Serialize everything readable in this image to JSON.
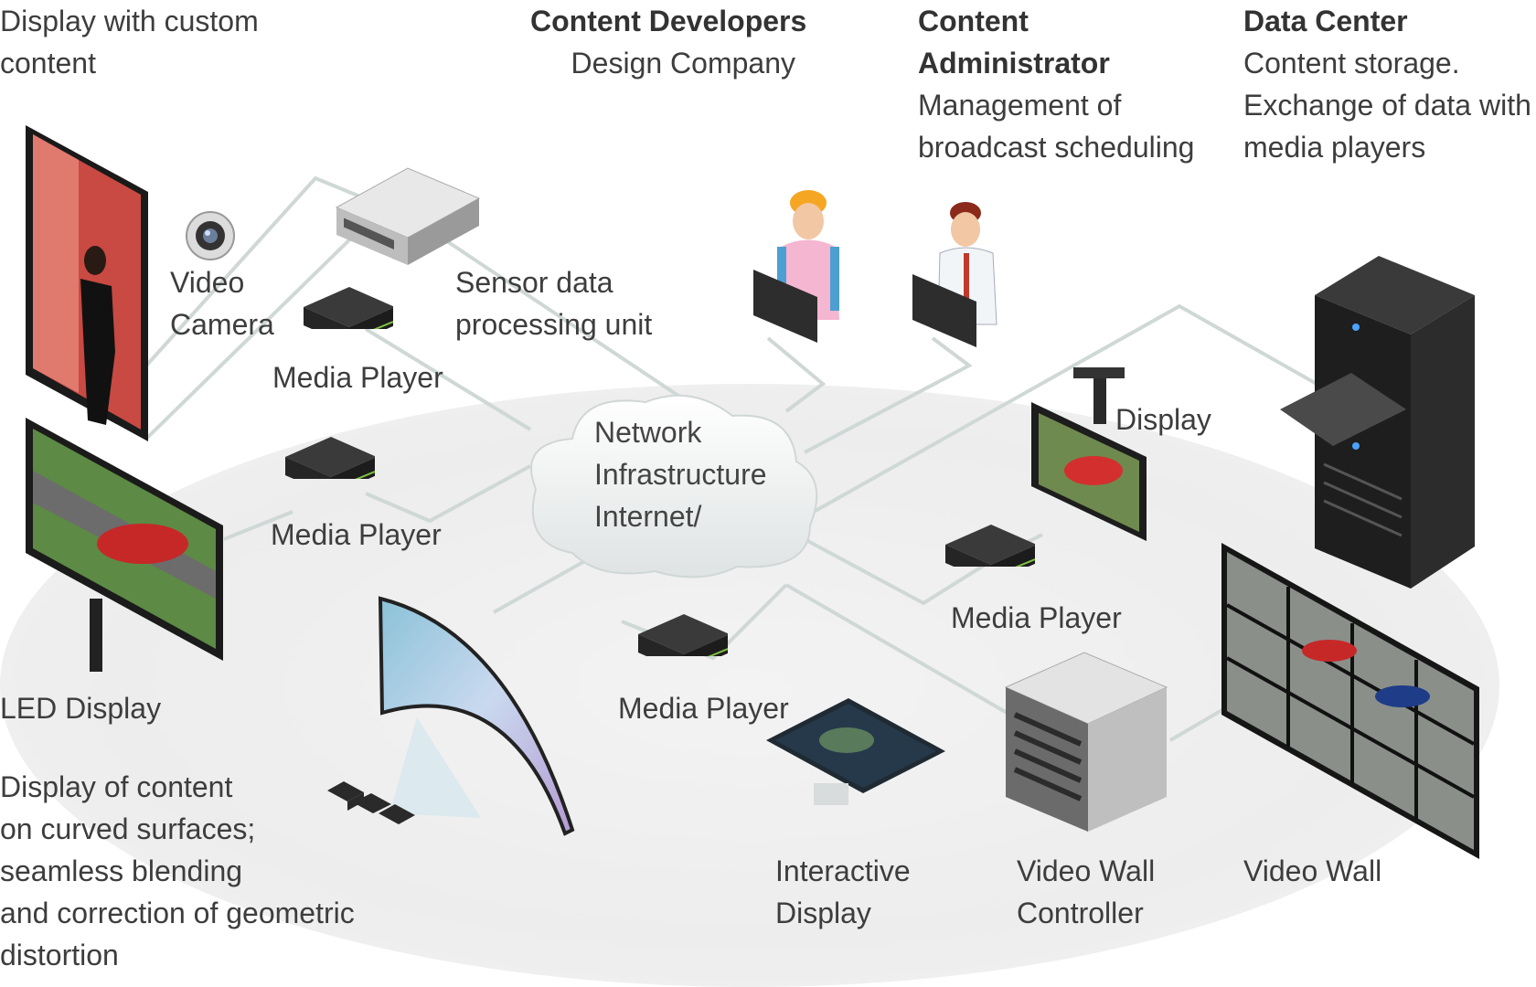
{
  "labels": {
    "display_custom": [
      "Display with custom",
      "content"
    ],
    "content_dev_title": "Content Developers",
    "content_dev_sub": "Design Company",
    "content_admin_title": [
      "Content",
      "Administrator"
    ],
    "content_admin_sub": [
      "Management of",
      "broadcast scheduling"
    ],
    "data_center_title": "Data Center",
    "data_center_sub": [
      "Content storage.",
      "Exchange of data with",
      "media players"
    ],
    "video_camera": [
      "Video",
      "Camera"
    ],
    "sensor_unit": [
      "Sensor data",
      "processing unit"
    ],
    "media_player_1": "Media Player",
    "media_player_2": "Media Player",
    "media_player_3": "Media Player",
    "media_player_4": "Media Player",
    "network": [
      "Network",
      "Infrastructure",
      "Internet/"
    ],
    "display": "Display",
    "led_display": "LED Display",
    "curved": [
      "Display of content",
      "on curved surfaces;",
      "seamless blending",
      "and correction of geometric",
      "distortion"
    ],
    "interactive": [
      "Interactive",
      "Display"
    ],
    "vw_controller": [
      "Video Wall",
      "Controller"
    ],
    "video_wall": "Video Wall"
  },
  "icons": {
    "camera": "video-camera-icon",
    "sensor": "server-unit-icon",
    "media_player": "media-player-box-icon",
    "cloud": "cloud-icon",
    "worker": "person-with-laptop-icon",
    "rack": "server-rack-icon"
  },
  "colors": {
    "line": "#cfd8d6",
    "player_led": "#7fc241",
    "text": "#3d3d3d"
  }
}
